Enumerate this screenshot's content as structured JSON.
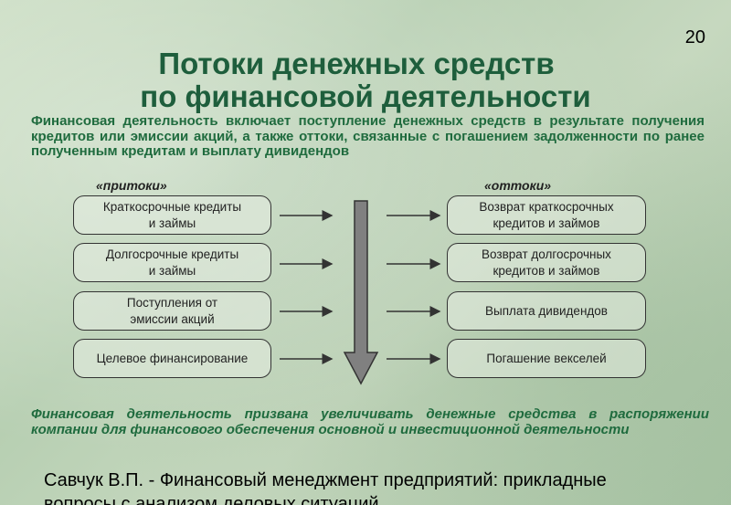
{
  "page_number": "20",
  "title": {
    "line1": "Потоки денежных средств",
    "line2": "по финансовой деятельности"
  },
  "intro": "Финансовая деятельность включает поступление денежных средств в результате получения кредитов или эмиссии акций, а также оттоки, связанные с погашением задолженности по ранее полученным кредитам и выплату дивидендов",
  "inflows": {
    "header": "«притоки»",
    "items": [
      {
        "line1": "Краткосрочные кредиты",
        "line2": "и займы"
      },
      {
        "line1": "Долгосрочные кредиты",
        "line2": "и займы"
      },
      {
        "line1": "Поступления от",
        "line2": "эмиссии акций"
      },
      {
        "line1": "Целевое финансирование",
        "line2": ""
      }
    ]
  },
  "outflows": {
    "header": "«оттоки»",
    "items": [
      {
        "line1": "Возврат краткосрочных",
        "line2": "кредитов и займов"
      },
      {
        "line1": "Возврат долгосрочных",
        "line2": "кредитов и займов"
      },
      {
        "line1": "Выплата дивидендов",
        "line2": ""
      },
      {
        "line1": "Погашение векселей",
        "line2": ""
      }
    ]
  },
  "footer": "Финансовая деятельность призвана увеличивать денежные средства в распоряжении компании для финансового обеспечения основной и инвестиционной деятельности",
  "reference": {
    "line1": "Савчук В.П. - Финансовый менеджмент предприятий: прикладные",
    "line2": "вопросы с анализом деловых ситуаций"
  },
  "colors": {
    "title": "#1e5e3c",
    "text_green": "#1f6b3e",
    "arrow_fill": "#808080"
  }
}
